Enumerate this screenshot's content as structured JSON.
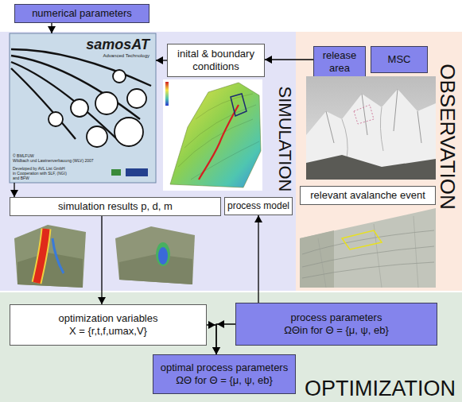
{
  "diagram": {
    "nodes": [
      {
        "text": [
          "numerical parameters"
        ]
      },
      {
        "text": [
          "SIMULATION"
        ]
      },
      {
        "text": [
          "samosAT",
          "Advanced Technology"
        ],
        "in": 1
      },
      {
        "text": [
          "inital & boundary conditions"
        ],
        "in": 1
      },
      {
        "text": [
          "simulation results p, d, m"
        ],
        "in": 1
      },
      {
        "text": [
          "process model"
        ],
        "in": 1
      },
      {
        "text": [
          "OBSERVATION"
        ]
      },
      {
        "text": [
          "release area"
        ],
        "in": 6
      },
      {
        "text": [
          "MSC"
        ],
        "in": 6
      },
      {
        "text": [
          "relevant avalanche event"
        ],
        "in": 6
      },
      {
        "text": [
          "OPTIMIZATION"
        ]
      },
      {
        "text": [
          "optimization variables",
          "X = {r,t,f,umax,V}"
        ],
        "in": 10
      },
      {
        "text": [
          "process parameters",
          "ΩΘin for Θ = {μ, ψ, eb}"
        ],
        "in": 10
      },
      {
        "text": [
          "optimal process parameters",
          "ΩΘ for Θ = {μ, ψ, eb}"
        ],
        "in": 10
      }
    ],
    "edges": [
      {
        "from": 0,
        "to": 2,
        "arrow": "to"
      },
      {
        "from": 3,
        "to": 2,
        "arrow": "to"
      },
      {
        "from": 7,
        "to": 3,
        "arrow": "to"
      },
      {
        "from": 2,
        "to": 4,
        "arrow": "to"
      },
      {
        "from": 4,
        "to": 11,
        "arrow": "to"
      },
      {
        "from": 12,
        "to": 5,
        "arrow": "to"
      },
      {
        "from": 11,
        "to": 13,
        "arrow": "to"
      },
      {
        "from": 12,
        "to": 13,
        "arrow": "to"
      }
    ],
    "labels": [
      "© BMLFUW",
      "Wildbach und Lawinenverbauung (WLV) 2007",
      "Developed by AVL List GmbH",
      "in Cooperation with SLF, (NGI)",
      "and BFW"
    ]
  }
}
